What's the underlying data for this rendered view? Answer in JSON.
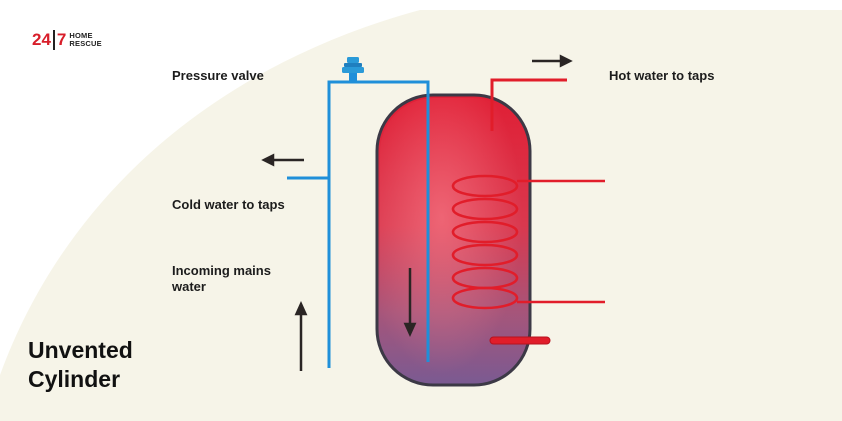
{
  "logo": {
    "number_left": "24",
    "number_right": "7",
    "text_line1": "HOME",
    "text_line2": "RESCUE"
  },
  "labels": {
    "pressure_valve": "Pressure valve",
    "hot_water": "Hot water to taps",
    "cold_water": "Cold water to taps",
    "incoming_line1": "Incoming mains",
    "incoming_line2": "water"
  },
  "title": {
    "line1": "Unvented",
    "line2": "Cylinder"
  },
  "colors": {
    "background_blob": "#f6f4e8",
    "cold_pipe": "#1f8fd9",
    "hot_pipe": "#e11d2a",
    "cylinder_outline": "#3c3946",
    "arrow": "#2a2524",
    "brand_red": "#d81e2a"
  }
}
